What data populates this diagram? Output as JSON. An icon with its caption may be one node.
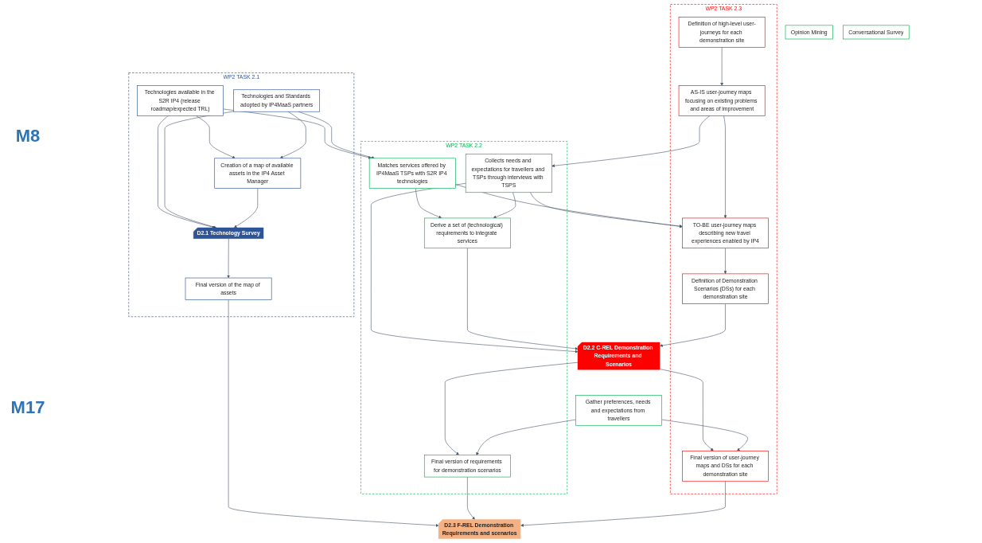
{
  "diagram": {
    "nodes": [
      {
        "text": [
          "WP2 TASK 2.1"
        ]
      },
      {
        "text": [
          "Technologies available in the S2R IP4 (release roadmap/expected TRL)"
        ],
        "in": 0
      },
      {
        "text": [
          "Technologies and Standards adopted by IP4MaaS partners"
        ],
        "in": 0
      },
      {
        "text": [
          "Creation of a map of available assets in the IP4 Asset Manager"
        ],
        "in": 0
      },
      {
        "text": [
          "D2.1 Technology Survey"
        ],
        "in": 0
      },
      {
        "text": [
          "Final version of the map of assets"
        ],
        "in": 0
      },
      {
        "text": [
          "WP2 TASK 2.2"
        ]
      },
      {
        "text": [
          "Matches services offered by IP4MaaS TSPs with S2R IP4 technologies"
        ],
        "in": 6
      },
      {
        "text": [
          "Collects needs and expectations for travellers and TSPs through interviews with TSPS"
        ],
        "in": 6
      },
      {
        "text": [
          "Derive a set of (technological) requirements to integrate services"
        ],
        "in": 6
      },
      {
        "text": [
          "Final version of requirements for demonstration scenarios"
        ],
        "in": 6
      },
      {
        "text": [
          "WP2 TASK 2.3"
        ]
      },
      {
        "text": [
          "Definition of high-level user-journeys for each demonstration site"
        ],
        "in": 11
      },
      {
        "text": [
          "AS-IS user-journey maps focusing on existing problems and areas of improvement"
        ],
        "in": 11
      },
      {
        "text": [
          "TO-BE user-journey maps describing new travel experiences enabled by IP4"
        ],
        "in": 11
      },
      {
        "text": [
          "Definition of Demonstration Scenarios (DSs) for each demonstration site"
        ],
        "in": 11
      },
      {
        "text": [
          "Final version of user-journey maps and DSs for each demonstration site"
        ],
        "in": 11
      },
      {
        "text": [
          "D2.2 C-REL Demonstration Requirements and Scenarios"
        ]
      },
      {
        "text": [
          "Gather preferences, needs and expectations from travellers"
        ]
      },
      {
        "text": [
          "Opinion Mining"
        ]
      },
      {
        "text": [
          "Conversational Survey"
        ]
      },
      {
        "text": [
          "D2.3 F-REL Demonstration Requirements and scenarios"
        ]
      }
    ],
    "edges": [
      {
        "from": 1,
        "to": 3,
        "arrow": "to"
      },
      {
        "from": 2,
        "to": 3,
        "arrow": "to"
      },
      {
        "from": 1,
        "to": 4,
        "arrow": "to"
      },
      {
        "from": 2,
        "to": 4,
        "arrow": "to"
      },
      {
        "from": 3,
        "to": 4,
        "arrow": "to"
      },
      {
        "from": 1,
        "to": 7,
        "arrow": "to"
      },
      {
        "from": 2,
        "to": 7,
        "arrow": "to"
      },
      {
        "from": 7,
        "to": 14,
        "arrow": "to"
      },
      {
        "from": 13,
        "to": 8,
        "arrow": "to"
      },
      {
        "from": 8,
        "to": 14,
        "arrow": "to"
      },
      {
        "from": 12,
        "to": 13,
        "arrow": "to"
      },
      {
        "from": 13,
        "to": 14,
        "arrow": "to"
      },
      {
        "from": 14,
        "to": 15,
        "arrow": "to"
      },
      {
        "from": 7,
        "to": 9,
        "arrow": "to"
      },
      {
        "from": 8,
        "to": 9,
        "arrow": "to"
      },
      {
        "from": 8,
        "to": 17,
        "arrow": "to"
      },
      {
        "from": 9,
        "to": 17,
        "arrow": "to"
      },
      {
        "from": 15,
        "to": 17,
        "arrow": "to"
      },
      {
        "from": 4,
        "to": 5,
        "arrow": "to"
      },
      {
        "from": 17,
        "to": 10,
        "arrow": "to"
      },
      {
        "from": 17,
        "to": 16,
        "arrow": "to"
      },
      {
        "from": 18,
        "to": 10,
        "arrow": "to"
      },
      {
        "from": 18,
        "to": 16,
        "arrow": "to"
      },
      {
        "from": 5,
        "to": 21,
        "arrow": "to"
      },
      {
        "from": 10,
        "to": 21,
        "arrow": "to"
      },
      {
        "from": 16,
        "to": 21,
        "arrow": "to"
      }
    ],
    "labels": [
      "M8",
      "M17"
    ]
  }
}
